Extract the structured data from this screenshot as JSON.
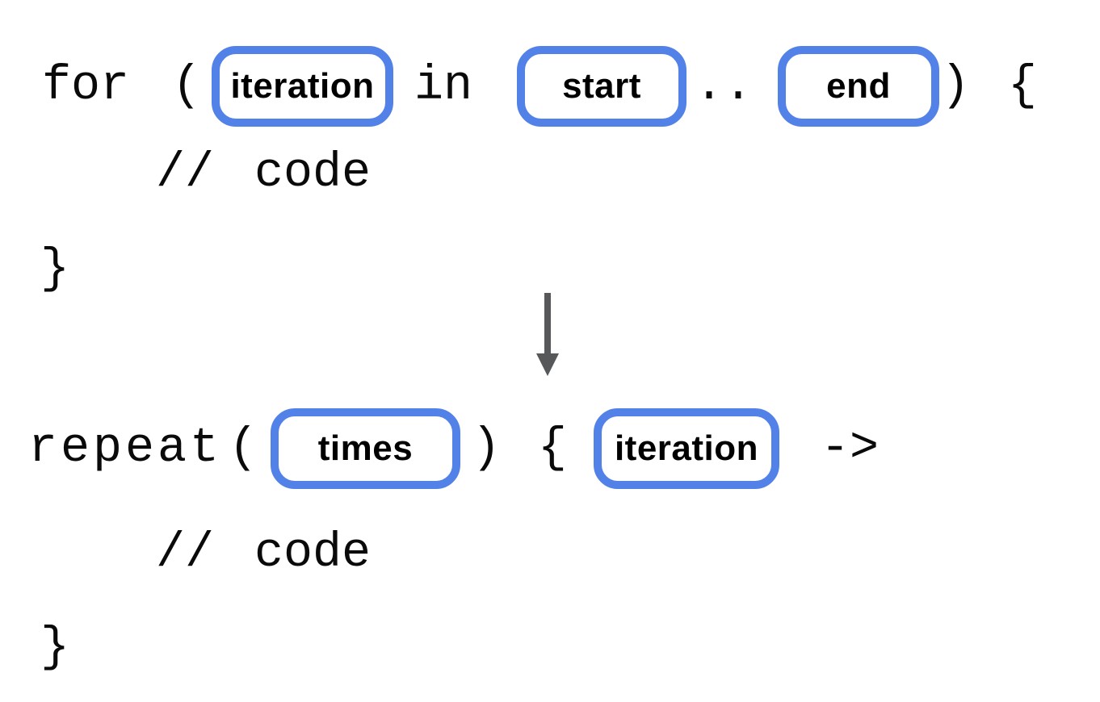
{
  "colors": {
    "background": "#ffffff",
    "placeholder_border": "#5282e8",
    "code_text": "#0a0a0a",
    "arrow": "#57585a"
  },
  "before_snippet": {
    "keyword": "for",
    "open_paren": "(",
    "iteration_placeholder": "iteration",
    "in_keyword": "in",
    "start_placeholder": "start",
    "range_operator": "..",
    "end_placeholder": "end",
    "close_paren": ")",
    "open_brace": "{",
    "comment_slashes": "//",
    "comment_word": "code",
    "close_brace": "}"
  },
  "transform": {
    "arrow_icon": "down-arrow"
  },
  "after_snippet": {
    "keyword": "repeat",
    "open_paren": "(",
    "times_placeholder": "times",
    "close_paren": ")",
    "open_brace": "{",
    "iteration_placeholder": "iteration",
    "lambda_arrow": "->",
    "comment_slashes": "//",
    "comment_word": "code",
    "close_brace": "}"
  }
}
